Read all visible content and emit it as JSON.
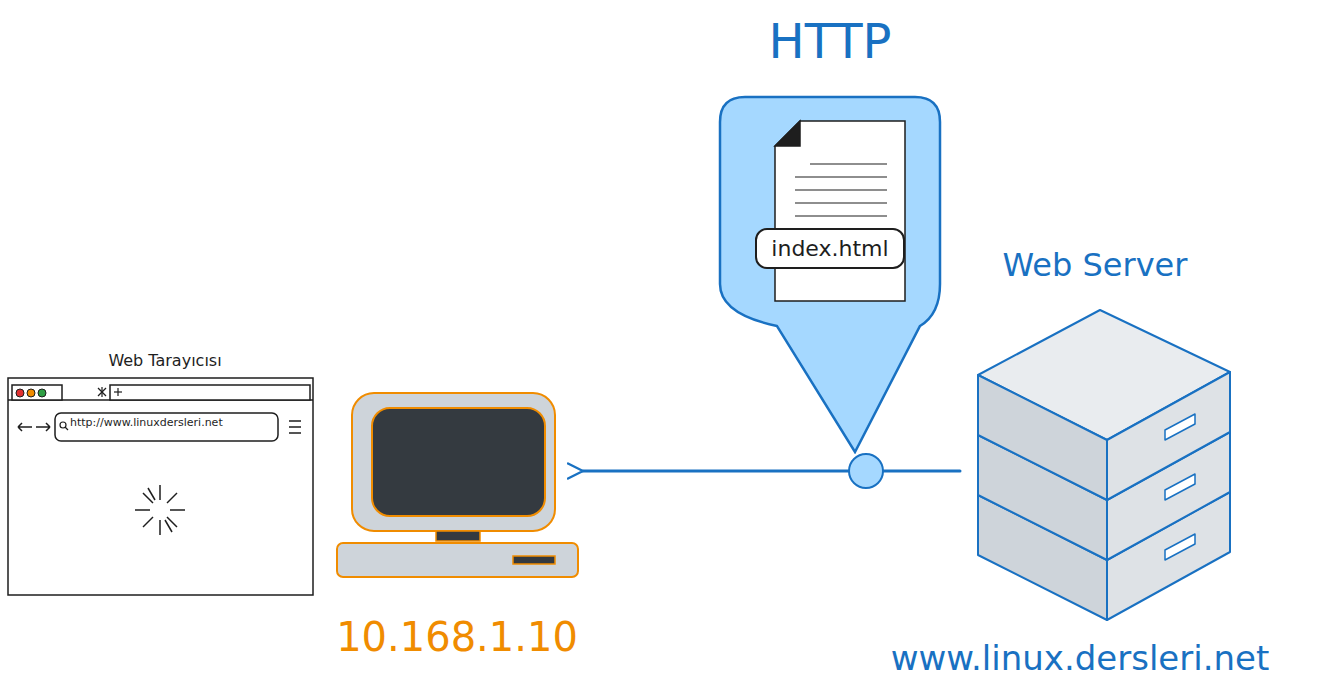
{
  "diagram": {
    "nodes": [
      {
        "text": [
          "Web Tarayıcısı",
          "http://www.linuxdersleri.net"
        ]
      },
      {
        "text": [
          "10.168.1.10"
        ]
      },
      {
        "text": [
          "HTTP"
        ]
      },
      {
        "text": [
          "index.html"
        ],
        "in": 2
      },
      {
        "text": [
          "Web Server",
          "www.linux.dersleri.net"
        ]
      }
    ],
    "edges": [
      {
        "from": 4,
        "to": 1,
        "arrow": "to"
      }
    ]
  }
}
